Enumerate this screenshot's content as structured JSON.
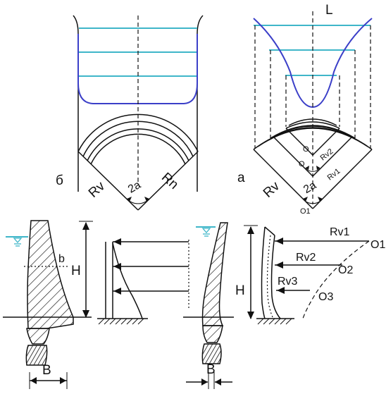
{
  "colors": {
    "water_level": "#3fb6c9",
    "water_profile": "#3b3fc8",
    "ink": "#111111",
    "background": "#ffffff"
  },
  "labels": {
    "variant_b": "б",
    "variant_a": "а",
    "valley_length": "L",
    "radius_v": "Rv",
    "radius_n": "Rn",
    "angle": "2a",
    "center_1": "O1",
    "center_2": "O2",
    "center_3": "O3",
    "center_o": "O",
    "radius_v1": "Rv1",
    "radius_v2": "Rv2",
    "radius_v3": "Rv3",
    "height": "H",
    "crest_width": "b",
    "base_width": "B"
  }
}
